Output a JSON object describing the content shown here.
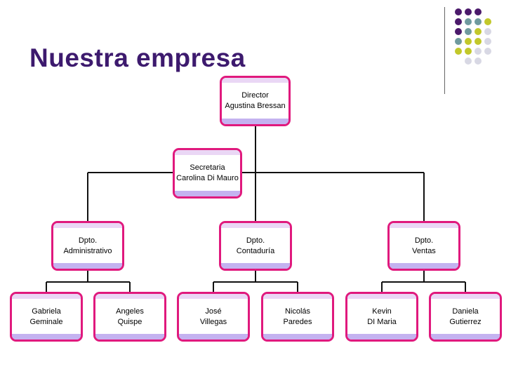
{
  "slide": {
    "title": "Nuestra empresa"
  },
  "colors": {
    "title": "#3d1a6e",
    "box_border": "#e0197d",
    "box_top_band": "#ead7f5",
    "box_bottom_band": "#c4b2f0",
    "dot_purple": "#4b1a6b",
    "dot_teal": "#6f9a9e",
    "dot_olive": "#c2c82a",
    "dot_lavender": "#d8d8e4"
  },
  "decoration": {
    "dot_grid": [
      [
        "purple",
        "purple",
        "purple",
        null
      ],
      [
        "purple",
        "teal",
        "teal",
        "olive"
      ],
      [
        "purple",
        "teal",
        "olive",
        "lavender"
      ],
      [
        "teal",
        "olive",
        "olive",
        "lavender"
      ],
      [
        "olive",
        "olive",
        "lavender",
        "lavender"
      ],
      [
        null,
        "lavender",
        "lavender",
        null
      ]
    ]
  },
  "org": {
    "director": {
      "line1": "Director",
      "line2": "Agustina Bressan"
    },
    "secretary": {
      "line1": "Secretaria",
      "line2": "Carolina Di Mauro"
    },
    "departments": [
      {
        "line1": "Dpto.",
        "line2": "Administrativo",
        "staff": [
          {
            "line1": "Gabriela",
            "line2": "Geminale"
          },
          {
            "line1": "Angeles",
            "line2": "Quispe"
          }
        ]
      },
      {
        "line1": "Dpto.",
        "line2": "Contaduría",
        "staff": [
          {
            "line1": "José",
            "line2": "Villegas"
          },
          {
            "line1": "Nicolás",
            "line2": "Paredes"
          }
        ]
      },
      {
        "line1": "Dpto.",
        "line2": "Ventas",
        "staff": [
          {
            "line1": "Kevin",
            "line2": "DI Maria"
          },
          {
            "line1": "Daniela",
            "line2": "Gutierrez"
          }
        ]
      }
    ]
  }
}
